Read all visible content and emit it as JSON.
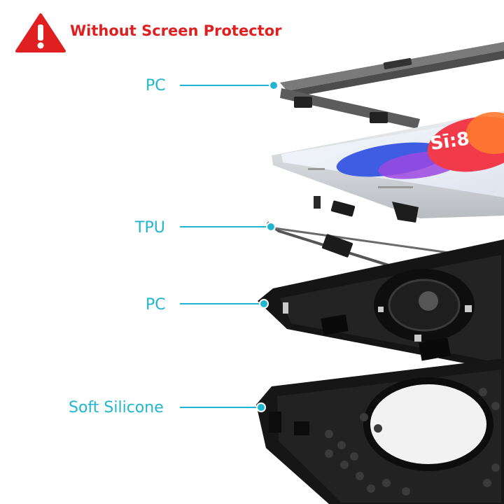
{
  "warning": {
    "text": "Without Screen Protector",
    "icon": "warning-triangle-icon",
    "color": "#e02020"
  },
  "layers": [
    {
      "label": "PC"
    },
    {
      "label": "TPU"
    },
    {
      "label": "PC"
    },
    {
      "label": "Soft Silicone"
    }
  ],
  "tablet": {
    "screen_text": "Sī:8"
  },
  "colors": {
    "accent": "#21b6d0",
    "case": "#151515",
    "frame_gray": "#6a6a6a",
    "tablet_silver": "#d9dcdf"
  }
}
